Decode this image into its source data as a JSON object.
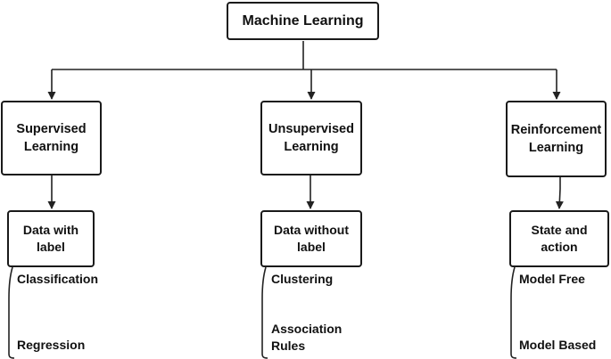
{
  "root": {
    "label": "Machine Learning"
  },
  "branches": [
    {
      "category": "Supervised\nLearning",
      "data": "Data with\nlabel",
      "items": [
        "Classification",
        "Regression"
      ]
    },
    {
      "category": "Unsupervised\nLearning",
      "data": "Data without\nlabel",
      "items": [
        "Clustering",
        "Association\nRules"
      ]
    },
    {
      "category": "Reinforcement\nLearning",
      "data": "State and\naction",
      "items": [
        "Model Free",
        "Model Based"
      ]
    }
  ],
  "colors": {
    "line": "#222222",
    "border": "#1a1a1a"
  }
}
